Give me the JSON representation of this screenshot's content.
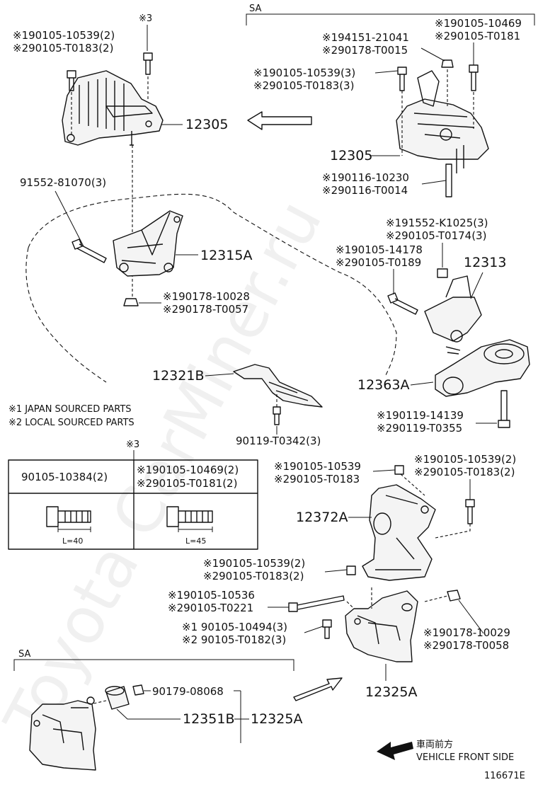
{
  "watermark": "Toyota CarMiner.ru",
  "figure_id": "116671E",
  "sa_label": "SA",
  "note_mark": "※3",
  "front_side": {
    "jp": "車両前方",
    "en": "VEHICLE FRONT SIDE"
  },
  "legend": {
    "line1": "※1 JAPAN SOURCED PARTS",
    "line2": "※2 LOCAL SOURCED PARTS"
  },
  "table": {
    "mark": "※3",
    "col1": {
      "header": "90105-10384(2)",
      "length": "L=40"
    },
    "col2": {
      "header1": "※190105-10469(2)",
      "header2": "※290105-T0181(2)",
      "length": "L=45"
    }
  },
  "labels": {
    "tl_bolt_1": "※190105-10539(2)",
    "tl_bolt_2": "※290105-T0183(2)",
    "p12305_left": "12305",
    "p91552": "91552-81070(3)",
    "p12315A": "12315A",
    "nut_1": "※190178-10028",
    "nut_2": "※290178-T0057",
    "sa_a1": "※190105-10469",
    "sa_a2": "※290105-T0181",
    "sa_b1": "※194151-21041",
    "sa_b2": "※290178-T0015",
    "sa_c1": "※190105-10539(3)",
    "sa_c2": "※290105-T0183(3)",
    "p12305_right": "12305",
    "sa_d1": "※190116-10230",
    "sa_d2": "※290116-T0014",
    "m_a1": "※191552-K1025(3)",
    "m_a2": "※290105-T0174(3)",
    "m_b1": "※190105-14178",
    "m_b2": "※290105-T0189",
    "p12313": "12313",
    "p12321B": "12321B",
    "p12363A": "12363A",
    "m_c1": "※190119-14139",
    "m_c2": "※290119-T0355",
    "p90119": "90119-T0342(3)",
    "l_a1": "※190105-10539",
    "l_a2": "※290105-T0183",
    "l_b1": "※190105-10539(2)",
    "l_b2": "※290105-T0183(2)",
    "p12372A": "12372A",
    "l_c1": "※190105-10539(2)",
    "l_c2": "※290105-T0183(2)",
    "l_d1": "※190105-10536",
    "l_d2": "※290105-T0221",
    "l_e1": "※1 90105-10494(3)",
    "l_e2": "※2 90105-T0182(3)",
    "l_f1": "※190178-10029",
    "l_f2": "※290178-T0058",
    "p12325A": "12325A",
    "p90179": "90179-08068",
    "p12351B": "12351B",
    "p12325A_b": "12325A"
  }
}
